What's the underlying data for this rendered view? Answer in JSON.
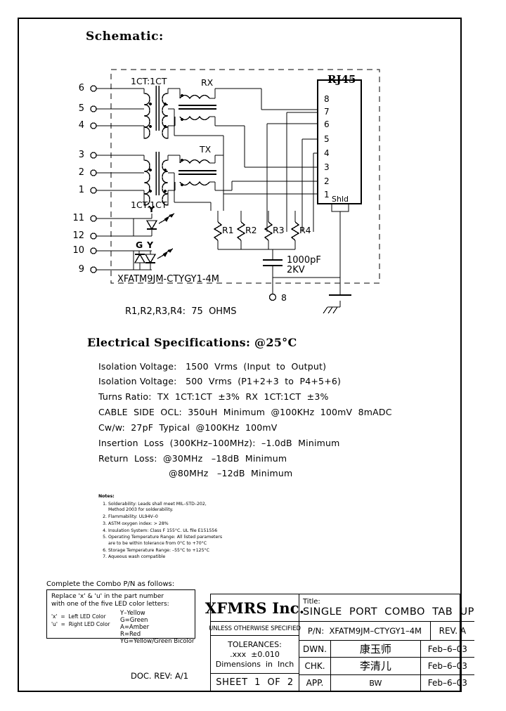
{
  "headings": {
    "schematic": "Schematic:",
    "electrical": "Electrical   Specifications: @25°C"
  },
  "schematic": {
    "module_pn": "XFATM9JM-CTYGY1-4M",
    "transformer_label_top": "1CT:1CT",
    "transformer_label_bottom": "1CT:1CT",
    "rx_label": "RX",
    "tx_label": "TX",
    "rj45_label": "RJ45",
    "shield_label": "Shld",
    "left_pins": [
      "6",
      "5",
      "4",
      "3",
      "2",
      "1"
    ],
    "led_pins": [
      "11",
      "12",
      "10",
      "9"
    ],
    "led_markers": {
      "top": "Y",
      "bottom_left": "G",
      "bottom_right": "Y"
    },
    "rj45_pins": [
      "8",
      "7",
      "6",
      "5",
      "4",
      "3",
      "2",
      "1"
    ],
    "resistors": [
      "R1",
      "R2",
      "R3",
      "R4"
    ],
    "cap_value_line1": "1000pF",
    "cap_value_line2": "2KV",
    "cap_pin": "8",
    "resistor_note": "R1,R2,R3,R4:  75  OHMS"
  },
  "specs": [
    "Isolation Voltage:   1500  Vrms  (Input  to  Output)",
    "Isolation Voltage:   500  Vrms  (P1+2+3  to  P4+5+6)",
    "Turns Ratio:  TX  1CT:1CT  ±3%  RX  1CT:1CT  ±3%",
    "CABLE  SIDE  OCL:  350uH  Minimum  @100KHz  100mV  8mADC",
    "Cw/w:  27pF  Typical  @100KHz  100mV",
    "Insertion  Loss  (300KHz–100MHz):  –1.0dB  Minimum",
    "Return  Loss:  @30MHz   –18dB  Minimum",
    "                        @80MHz   –12dB  Minimum"
  ],
  "notes": {
    "title": "Notes:",
    "items": [
      "Solderability: Leads shall meet MIL–STD–202,",
      "Flammability: UL94V–0",
      "ASTM oxygen index: > 28%",
      "Insulation System: Class F 155°C. UL file E151556",
      "Operating Temperature Range: All listed parameters",
      "Storage Temperature Range: –55°C to +125°C",
      "Aqueous wash compatible"
    ],
    "continuations": {
      "1": "Method 2003 for solderability.",
      "5": "are to be within tolerance from 0°C to +70°C"
    }
  },
  "combo": {
    "caption": "Complete the Combo P/N as follows:",
    "line1": "Replace 'x' & 'u' in the part number",
    "line2": "with one of the five LED color letters:",
    "left_legend": "'x'  =  Left LED Color\n'u'  =  Right LED Color",
    "colors": "Y–Yellow\nG=Green\nA=Amber\nR=Red\nYG=Yellow/Green Bicolor"
  },
  "doc_rev": "DOC. REV: A/1",
  "title_block": {
    "company": "XFMRS Inc.",
    "unless_specified": "UNLESS OTHERWISE SPECIFIED",
    "tolerances_line1": "TOLERANCES:",
    "tolerances_line2": ".xxx  ±0.010",
    "tolerances_line3": "Dimensions  in  Inch",
    "sheet": "SHEET  1  OF  2",
    "title_label": "Title:",
    "title_value": "SINGLE  PORT  COMBO  TAB  UP",
    "pn": "P/N:  XFATM9JM–CTYGY1–4M",
    "rev": "REV. A",
    "rows": [
      {
        "role": "DWN.",
        "name": "康玉师",
        "date": "Feb–6–03",
        "latin": false
      },
      {
        "role": "CHK.",
        "name": "李清儿",
        "date": "Feb–6–03",
        "latin": false
      },
      {
        "role": "APP.",
        "name": "BW",
        "date": "Feb–6–03",
        "latin": true
      }
    ]
  },
  "colors": {
    "ink": "#000000",
    "paper": "#ffffff"
  }
}
